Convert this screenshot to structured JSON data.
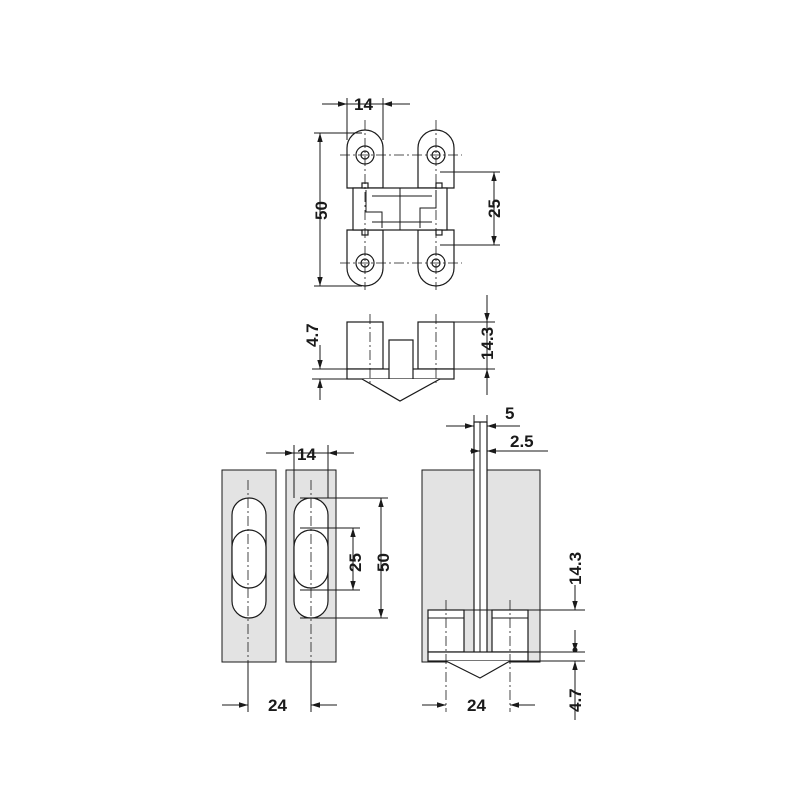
{
  "top_view": {
    "width_label": "14",
    "height_label": "50",
    "hole_spacing_label": "25"
  },
  "side_view": {
    "cup_depth_label": "4.7",
    "total_depth_label": "14.3"
  },
  "front_view": {
    "width_label": "14",
    "hole_spacing_label": "25",
    "height_label": "50",
    "board_thickness_label": "24"
  },
  "section_view": {
    "gap_label": "5",
    "offset_label": "2.5",
    "depth_label": "14.3",
    "board_thickness_label": "24",
    "cup_depth_label": "4.7"
  }
}
